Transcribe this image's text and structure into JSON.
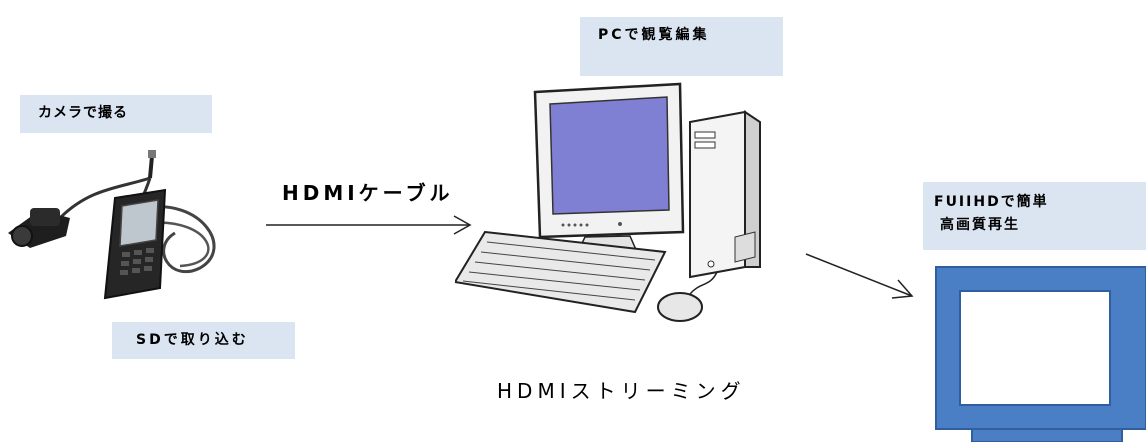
{
  "labels": {
    "camera_box": "カメラで撮る",
    "sd_box": "SDで取り込む",
    "pc_box": "PCで観覧編集",
    "fullhd_line1": "FUIIHDで簡単",
    "fullhd_line2": "高画質再生",
    "hdmi_cable": "HDMIケーブル",
    "hdmi_streaming": "HDMIストリーミング"
  },
  "colors": {
    "label_box_bg": "#dbe5f1",
    "monitor_blue": "#4a7ec5",
    "pc_screen": "#7f7fd3",
    "camera_dark": "#2a2a2a"
  },
  "icons": {
    "camera": "handheld-camera-icon",
    "pc": "desktop-computer-icon",
    "monitor": "display-monitor-icon"
  }
}
